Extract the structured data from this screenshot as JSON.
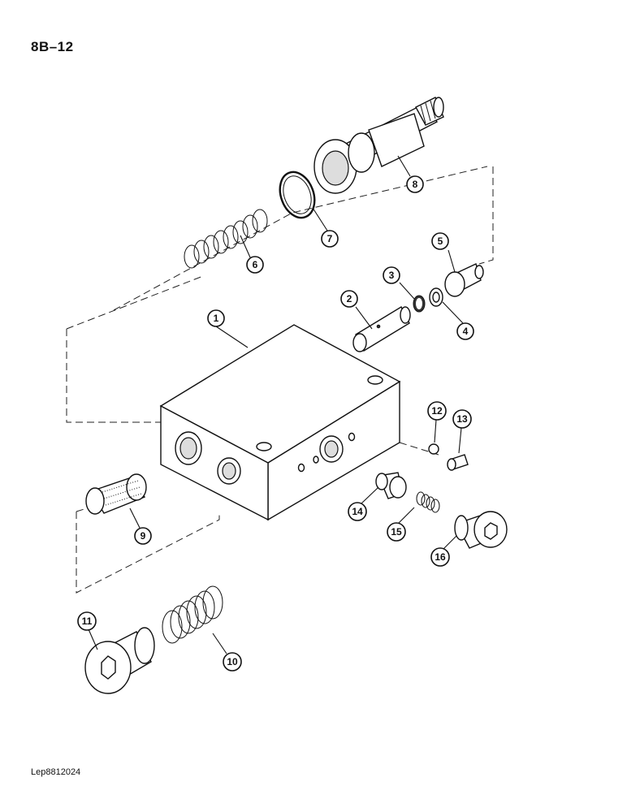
{
  "page_number": "8B–12",
  "document_code": "Lep8812024",
  "callouts": [
    "1",
    "2",
    "3",
    "4",
    "5",
    "6",
    "7",
    "8",
    "9",
    "10",
    "11",
    "12",
    "13",
    "14",
    "15",
    "16"
  ]
}
